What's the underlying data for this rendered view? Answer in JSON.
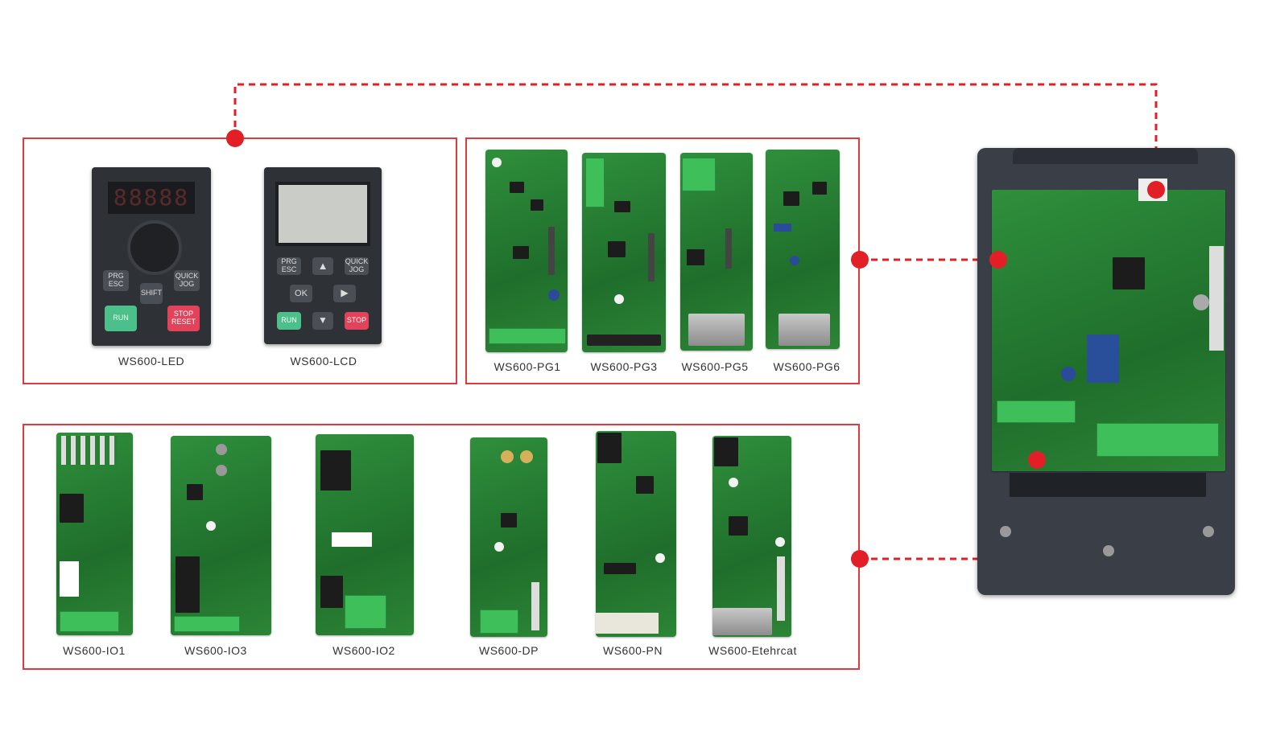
{
  "colors": {
    "accent": "#e21f26",
    "frame": "#e23a3a",
    "pcb": "#2a7f35",
    "housing": "#3a3f47"
  },
  "keypads": [
    {
      "label": "WS600-LED"
    },
    {
      "label": "WS600-LCD"
    }
  ],
  "encoder_cards": [
    {
      "label": "WS600-PG1"
    },
    {
      "label": "WS600-PG3"
    },
    {
      "label": "WS600-PG5"
    },
    {
      "label": "WS600-PG6"
    }
  ],
  "io_comm_cards": [
    {
      "label": "WS600-IO1"
    },
    {
      "label": "WS600-IO3"
    },
    {
      "label": "WS600-IO2"
    },
    {
      "label": "WS600-DP"
    },
    {
      "label": "WS600-PN"
    },
    {
      "label": "WS600-Etehrcat"
    }
  ],
  "led_keypad": {
    "display": "88888",
    "keys": [
      "PRG ESC",
      "SHIFT",
      "QUICK JOG",
      "RUN",
      "STOP RESET"
    ]
  },
  "lcd_keypad": {
    "keys": [
      "PRG ESC",
      "▲",
      "QUICK JOG",
      "OK",
      "▶",
      "RUN",
      "▼",
      "STOP"
    ]
  }
}
